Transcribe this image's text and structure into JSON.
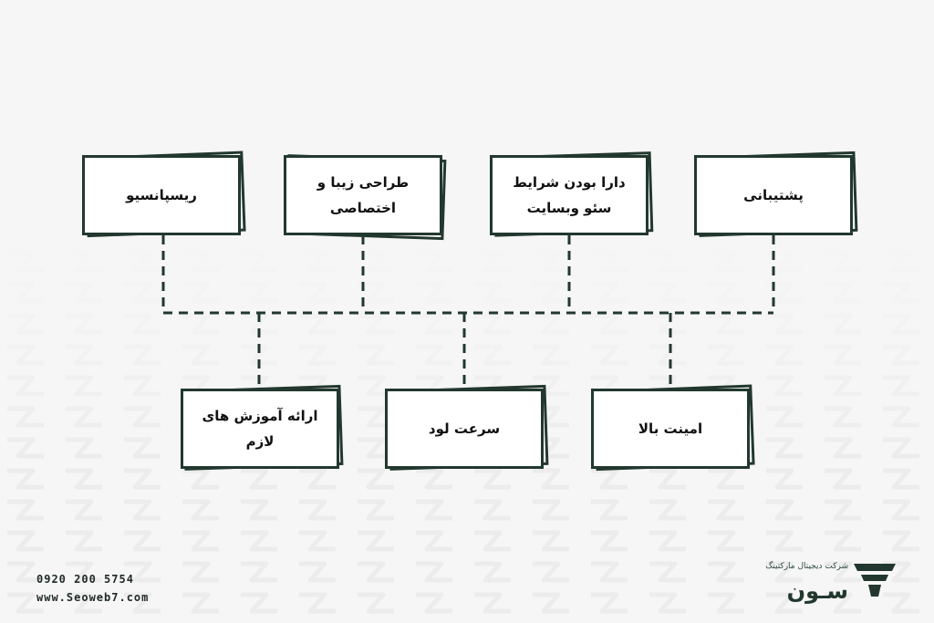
{
  "diagram": {
    "top_nodes": [
      {
        "label": "ریسپانسیو"
      },
      {
        "label": "طراحی زیبا و اختصاصی"
      },
      {
        "label": "دارا بودن شرایط سئو وبسایت"
      },
      {
        "label": "پشتیبانی"
      }
    ],
    "bottom_nodes": [
      {
        "label": "ارائه آموزش های لازم"
      },
      {
        "label": "سرعت لود"
      },
      {
        "label": "امینت بالا"
      }
    ]
  },
  "contact": {
    "phone": "0920 200 5754",
    "website": "www.Seoweb7.com"
  },
  "brand": {
    "name": "سـون",
    "tagline": "شرکت دیجیتال مارکتینگ",
    "logo_icon": "funnel-logo-icon"
  },
  "colors": {
    "line": "#22382f",
    "background": "#f6f6f6",
    "card": "#ffffff"
  }
}
